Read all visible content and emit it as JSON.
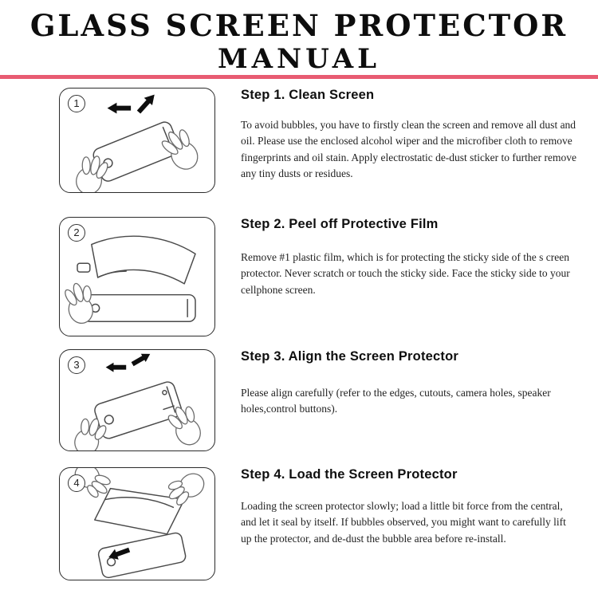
{
  "title": {
    "line1": "GLASS SCREEN PROTECTOR",
    "line2": "MANUAL"
  },
  "divider": {
    "color": "#e85b72"
  },
  "steps": [
    {
      "number": "1",
      "heading": "Step 1. Clean Screen",
      "body": "To avoid bubbles, you have to firstly clean the screen and remove all dust and oil. Please use the enclosed alcohol wiper and the microfiber cloth to remove fingerprints and oil stain. Apply electrostatic de-dust sticker to further remove any tiny dusts or residues.",
      "illustration": "hands-wiping-phone-with-arrows"
    },
    {
      "number": "2",
      "heading": "Step 2. Peel off Protective Film",
      "body": "Remove #1 plastic film, which is for protecting the sticky side of the s creen protector. Never scratch or touch the sticky side. Face the sticky side to your cellphone screen.",
      "illustration": "hand-peeling-film-off-protector"
    },
    {
      "number": "3",
      "heading": "Step 3. Align the Screen Protector",
      "body": "Please align carefully (refer to the edges, cutouts, camera holes, speaker holes,control buttons).",
      "illustration": "hands-aligning-protector-with-arrows"
    },
    {
      "number": "4",
      "heading": "Step 4. Load the Screen Protector",
      "body": "Loading the screen protector slowly; load a little bit force from the central, and let it seal by itself. If bubbles observed, you might want to carefully lift up the protector, and de-dust the bubble area before re-install.",
      "illustration": "hands-loading-protector-with-arrow"
    }
  ]
}
